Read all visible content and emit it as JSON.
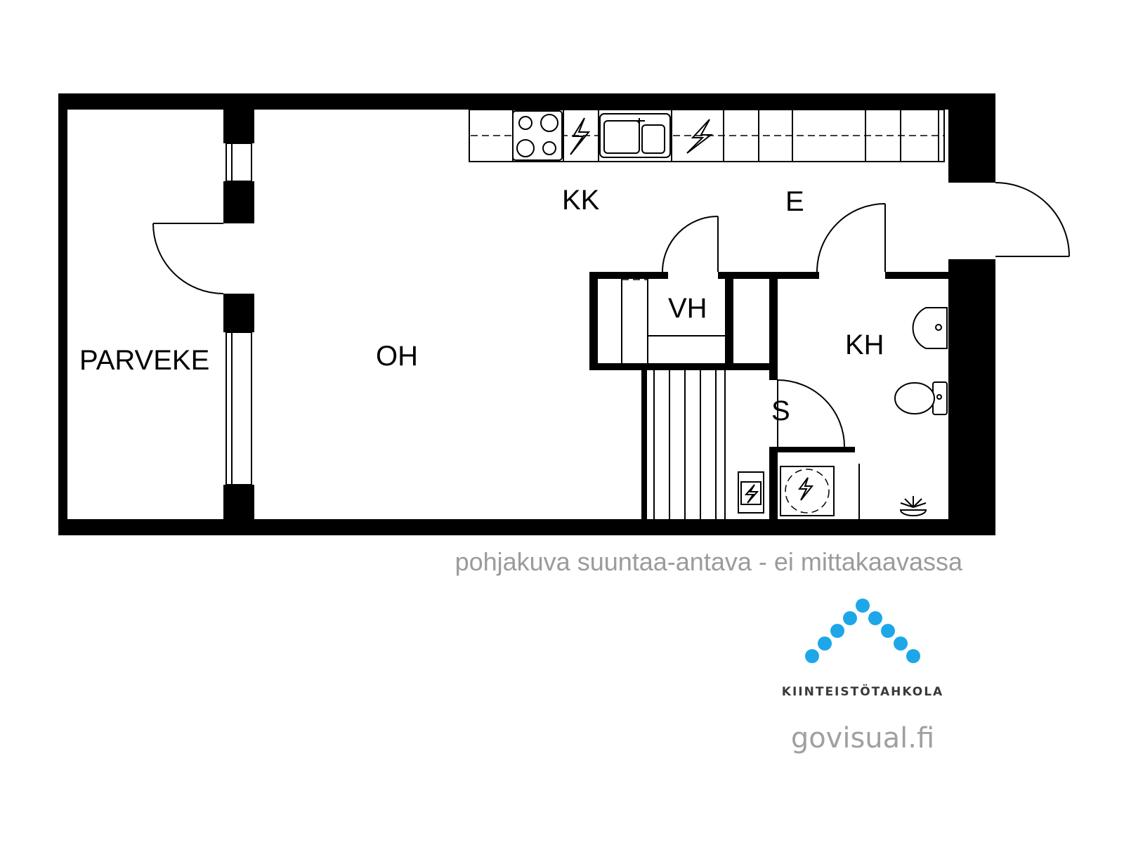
{
  "rooms": {
    "parveke": "PARVEKE",
    "oh": "OH",
    "kk": "KK",
    "e": "E",
    "vh": "VH",
    "kh": "KH",
    "s": "S"
  },
  "disclaimer": "pohjakuva suuntaa-antava - ei mittakaavassa",
  "brand": {
    "name": "KIINTEISTÖTAHKOLA",
    "website": "govisual.fi",
    "logo_color": "#1ea7e8"
  }
}
